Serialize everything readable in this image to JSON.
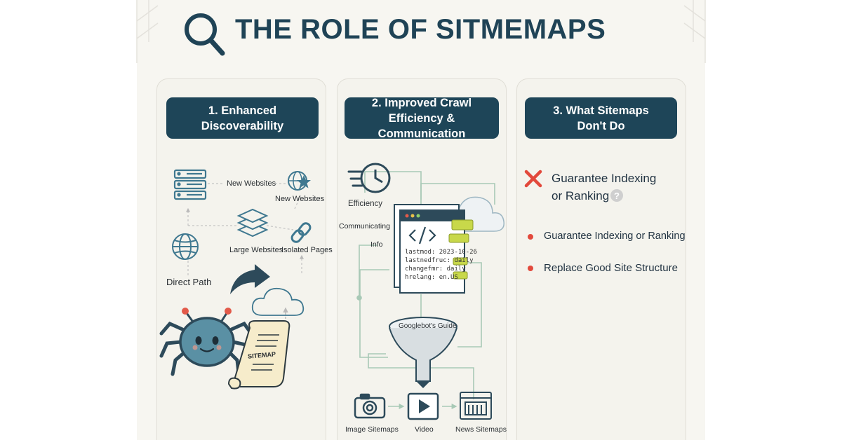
{
  "title": "THE ROLE OF SITMEMAPS",
  "icons": {
    "title": "magnifier-icon",
    "server": "server-stack-icon",
    "globe_star": "globe-star-icon",
    "layers": "layers-icon",
    "link": "link-icon",
    "globe": "globe-icon",
    "spider": "spider-crawler-icon",
    "scroll": "sitemap-scroll-icon",
    "cloud": "cloud-icon",
    "clock": "clock-speed-icon",
    "code": "code-document-icon",
    "funnel": "funnel-icon",
    "camera": "camera-icon",
    "video": "video-play-icon",
    "news": "news-page-icon",
    "cross": "red-cross-icon",
    "help": "question-icon"
  },
  "colors": {
    "navy": "#1e4558",
    "teal": "#3f7890",
    "lime": "#c8d84a",
    "red": "#e2493c"
  },
  "panel1": {
    "heading_line1": "1. Enhanced",
    "heading_line2": "Discoverability",
    "new_websites_top": "New Websites",
    "new_websites_right": "New Websites",
    "large_websites": "Large Websites",
    "isolated_pages": "Isolated Pages",
    "direct_path": "Direct Path",
    "sitemap_label": "SITEMAP"
  },
  "panel2": {
    "heading_line1": "2. Improved Crawl",
    "heading_line2": "Efficiency & Communication",
    "efficiency": "Efficiency",
    "communicating": "Communicating",
    "info": "Info",
    "code_lines": [
      "lastmod: 2023-10-26",
      "lastnedfruc: daily",
      "changefmr: daily",
      "hrelang: en.US"
    ],
    "funnel_label": "Googlebot's Guide",
    "image_sitemaps": "Image Sitemaps",
    "video": "Video",
    "news_sitemaps": "News Sitemaps"
  },
  "panel3": {
    "heading_line1": "3. What Sitemaps",
    "heading_line2": "Don't Do",
    "main_line1": "Guarantee Indexing",
    "main_line2": "or Ranking",
    "bullets": [
      "Guarantee Indexing or Ranking",
      "Replace Good Site Structure"
    ]
  }
}
